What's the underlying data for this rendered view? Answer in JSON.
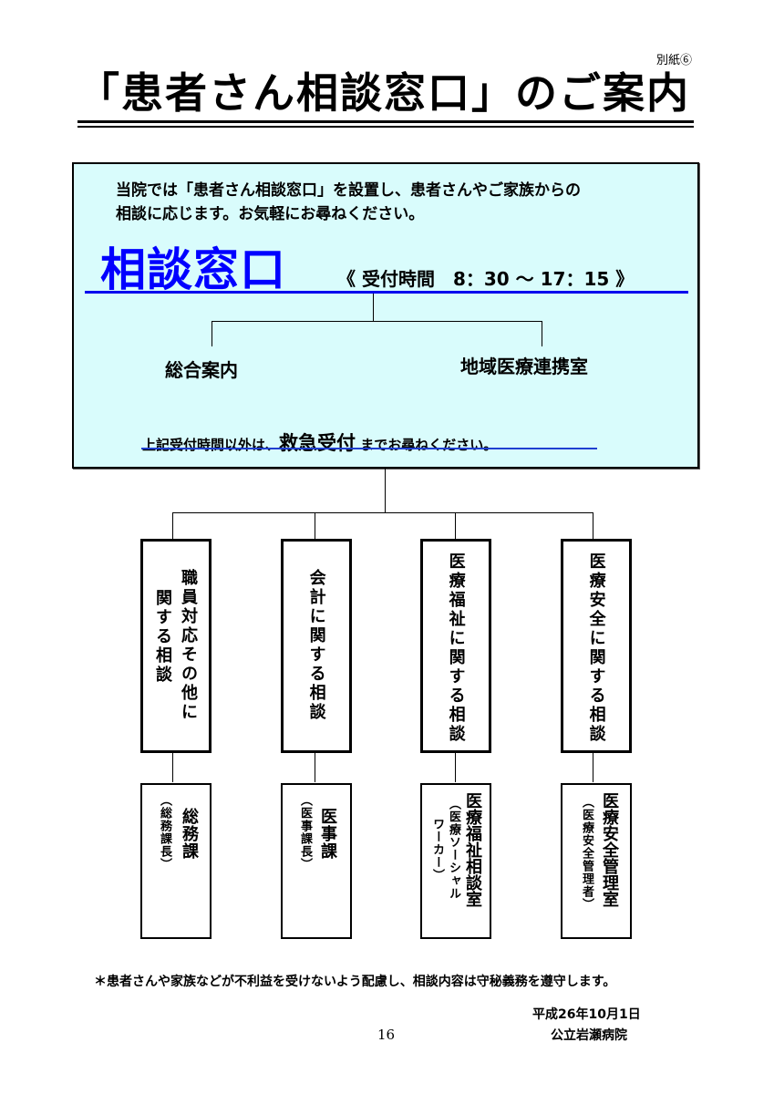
{
  "document": {
    "appendix_label": "別紙⑥",
    "title": "「患者さん相談窓口」のご案内",
    "intro": {
      "line1": "当院では「患者さん相談窓口」を設置し、患者さんやご家族からの",
      "line2": "相談に応じます。お気軽にお尋ねください。"
    },
    "counter": {
      "name": "相談窓口",
      "hours_label": "《 受付時間　8：30 ～ 17：15 》",
      "hours_open": "8:30",
      "hours_close": "17:15"
    },
    "reception_points": [
      {
        "label": "総合案内"
      },
      {
        "label": "地域医療連携室"
      }
    ],
    "after_hours": {
      "prefix": "上記受付時間以外は、",
      "emphasis": "救急受付",
      "suffix": " までお尋ねください。"
    },
    "categories": [
      {
        "topic_col1": "職員対応その他に",
        "topic_col2": "関する相談",
        "dept": "総務課",
        "contact": "（総務課長）"
      },
      {
        "topic_col1": "会計に関する相談",
        "dept": "医事課",
        "contact": "（医事課長）"
      },
      {
        "topic_col1": "医療福祉に関する相談",
        "dept": "医療福祉相談室",
        "contact_col1": "（医療ソーシャル",
        "contact_col2": "ワーカー）"
      },
      {
        "topic_col1": "医療安全に関する相談",
        "dept": "医療安全管理室",
        "contact": "（医療安全管理者）"
      }
    ],
    "footer_note": "＊患者さんや家族などが不利益を受けないよう配慮し、相談内容は守秘義務を遵守します。",
    "date": "平成26年10月1日",
    "organization": "公立岩瀬病院",
    "page_number": "16"
  },
  "colors": {
    "panel_bg": "#d9fcfc",
    "accent_blue": "#0000ff",
    "underline_blue": "#1f3fd0",
    "text": "#000000"
  }
}
